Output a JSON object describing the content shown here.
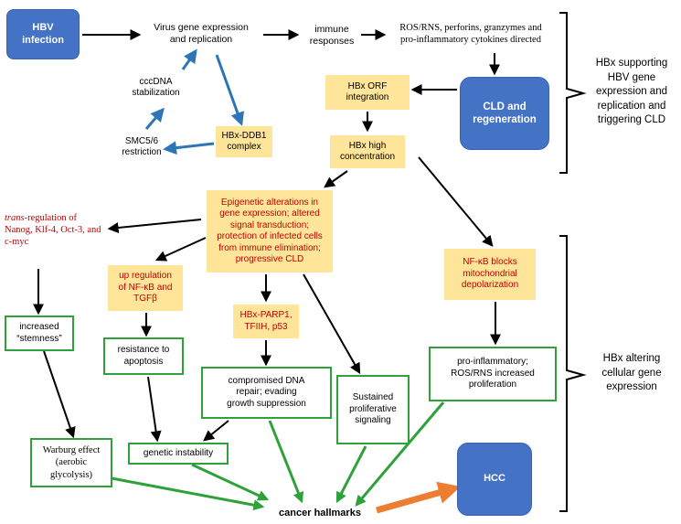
{
  "colors": {
    "blue_box": "#4472c4",
    "yellow_box": "#ffe599",
    "red_text": "#c00000",
    "green_border": "#2ea13a",
    "blue_arrow": "#2e75b6",
    "orange_arrow": "#ed7d31"
  },
  "nodes": {
    "hbv_infection": "HBV\ninfection",
    "virus_gene": "Virus gene expression\nand replication",
    "immune": "immune\nresponses",
    "ros": "ROS/RNS, perforins, granzymes and\npro-inflammatory cytokines directed",
    "cccdna": "cccDNA\nstabilization",
    "smc": "SMC5/6\nrestriction",
    "hbx_ddb1": "HBx-DDB1\ncomplex",
    "hbx_orf": "HBx ORF\nintegration",
    "cld": "CLD and\nregeneration",
    "hbx_high": "HBx high\nconcentration",
    "epigenetic": "Epigenetic alterations in gene expression; altered signal transduction; protection of infected cells from immune elimination; progressive CLD",
    "trans_italic": "trans",
    "trans_rest": "-regulation of Nanog, Klf-4, Oct-3, and c-myc",
    "upreg": "up regulation\nof NF-κB and\nTGFβ",
    "hbx_parp": "HBx-PARP1,\nTFIIH, p53",
    "nfkb_blocks": "NF-κB blocks\nmitochondrial\ndepolarization",
    "stemness": "increased\n“stemness”",
    "resistance": "resistance to\napoptosis",
    "compromised": "compromised DNA\nrepair; evading\ngrowth suppression",
    "sustained": "Sustained\nproliferative\nsignaling",
    "proinflam": "pro-inflammatory;\nROS/RNS increased\nproliferation",
    "warburg": "Warburg effect\n(aerobic\nglycolysis)",
    "genetic": "genetic instability",
    "hcc": "HCC",
    "cancer": "cancer hallmarks"
  },
  "brace_labels": {
    "top": "HBx supporting\nHBV gene\nexpression and\nreplication and\ntriggering CLD",
    "bottom": "HBx altering\ncellular gene\nexpression"
  }
}
